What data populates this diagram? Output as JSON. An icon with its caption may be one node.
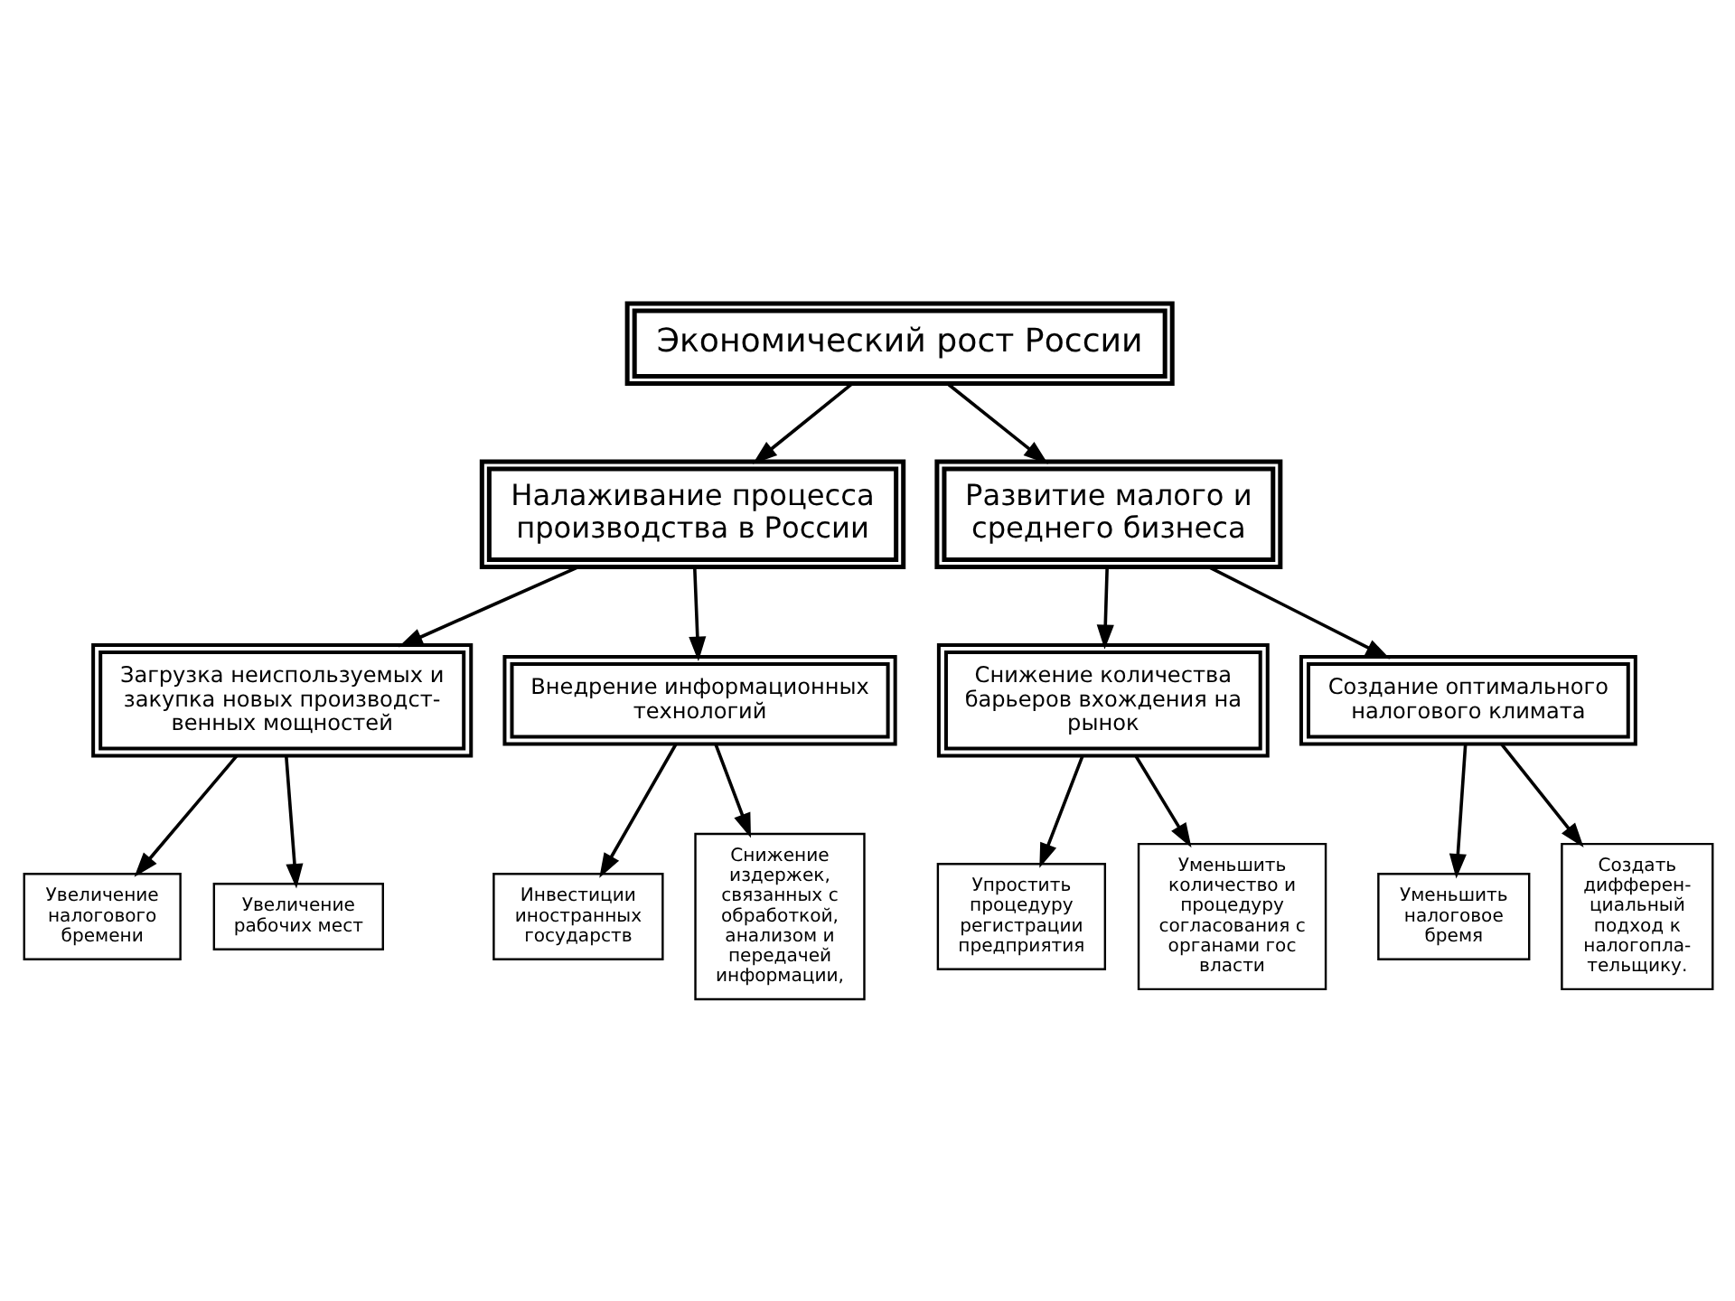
{
  "diagram": {
    "nodes": [
      {
        "text": [
          "Экономический рост России"
        ]
      },
      {
        "text": [
          "Налаживание процесса производства в России"
        ]
      },
      {
        "text": [
          "Развитие малого и среднего бизнеса"
        ]
      },
      {
        "text": [
          "Загрузка неиспользуемых и закупка новых производст- венных мощностей"
        ]
      },
      {
        "text": [
          "Внедрение информационных технологий"
        ]
      },
      {
        "text": [
          "Снижение количества барьеров вхождения на рынок"
        ]
      },
      {
        "text": [
          "Создание оптимального налогового климата"
        ]
      },
      {
        "text": [
          "Увеличение налогового бремени"
        ]
      },
      {
        "text": [
          "Увеличение рабочих мест"
        ]
      },
      {
        "text": [
          "Инвестиции иностранных государств"
        ]
      },
      {
        "text": [
          "Снижение издержек, связанных с обработкой, анализом и передачей информации,"
        ]
      },
      {
        "text": [
          "Упростить процедуру регистрации предприятия"
        ]
      },
      {
        "text": [
          "Уменьшить количество и процедуру согласования с органами гос власти"
        ]
      },
      {
        "text": [
          "Уменьшить налоговое бремя"
        ]
      },
      {
        "text": [
          "Создать дифферен- циальный подход к налогопла- тельщику."
        ]
      }
    ],
    "edges": [
      {
        "from": 0,
        "to": 1,
        "arrow": "to"
      },
      {
        "from": 0,
        "to": 2,
        "arrow": "to"
      },
      {
        "from": 1,
        "to": 3,
        "arrow": "to"
      },
      {
        "from": 1,
        "to": 4,
        "arrow": "to"
      },
      {
        "from": 2,
        "to": 5,
        "arrow": "to"
      },
      {
        "from": 2,
        "to": 6,
        "arrow": "to"
      },
      {
        "from": 3,
        "to": 7,
        "arrow": "to"
      },
      {
        "from": 3,
        "to": 8,
        "arrow": "to"
      },
      {
        "from": 4,
        "to": 9,
        "arrow": "to"
      },
      {
        "from": 4,
        "to": 10,
        "arrow": "to"
      },
      {
        "from": 5,
        "to": 11,
        "arrow": "to"
      },
      {
        "from": 5,
        "to": 12,
        "arrow": "to"
      },
      {
        "from": 6,
        "to": 13,
        "arrow": "to"
      },
      {
        "from": 6,
        "to": 14,
        "arrow": "to"
      }
    ]
  }
}
